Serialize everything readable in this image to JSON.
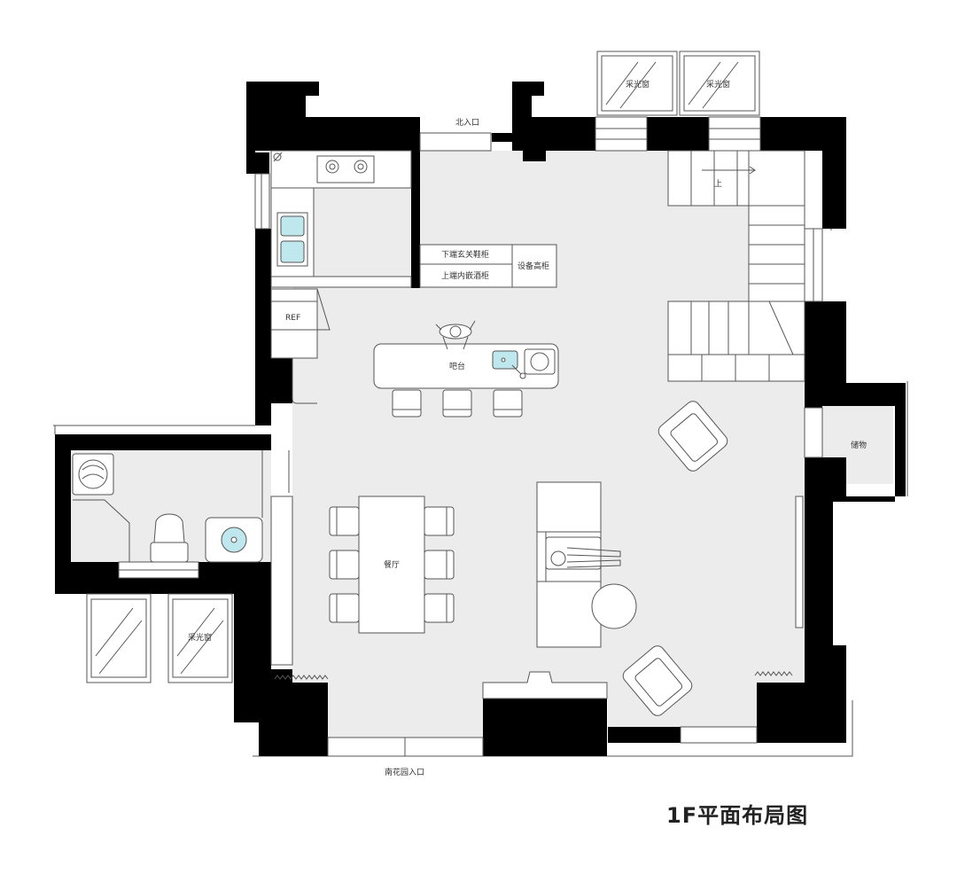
{
  "plan": {
    "title": "1F平面布局图",
    "labels": {
      "north_entrance": "北入口",
      "south_entrance": "南花园入口",
      "skylight_n1": "采光窗",
      "skylight_n2": "采光窗",
      "skylight_sw": "采光窗",
      "shoe_cabinet": "下端玄关鞋柜",
      "wine_cabinet": "上端内嵌酒柜",
      "equipment_cabinet": "设备高柜",
      "fridge": "REF",
      "bar": "吧台",
      "dining": "餐厅",
      "storage": "储物",
      "stairs_up": "上"
    },
    "colors": {
      "wall": "#000000",
      "floor": "#ececec",
      "fixture_accent": "#bfe8ee",
      "line": "#555555"
    }
  }
}
